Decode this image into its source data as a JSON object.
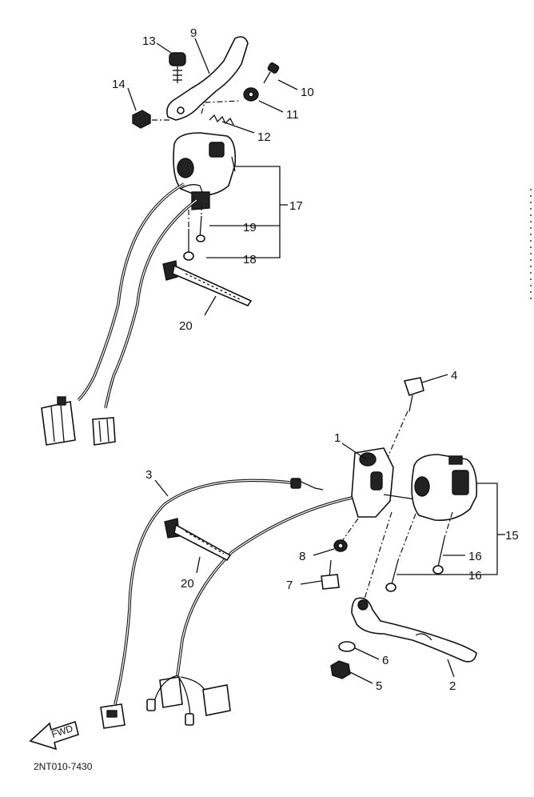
{
  "labels": {
    "p1": "1",
    "p2": "2",
    "p3": "3",
    "p4": "4",
    "p5": "5",
    "p6": "6",
    "p7": "7",
    "p8": "8",
    "p9": "9",
    "p10": "10",
    "p11": "11",
    "p12": "12",
    "p13": "13",
    "p14": "14",
    "p15": "15",
    "p16a": "16",
    "p16b": "16",
    "p17": "17",
    "p18": "18",
    "p19": "19",
    "p20a": "20",
    "p20b": "20"
  },
  "fwd_text": "FWD",
  "diagram_code": "2NT010-7430"
}
